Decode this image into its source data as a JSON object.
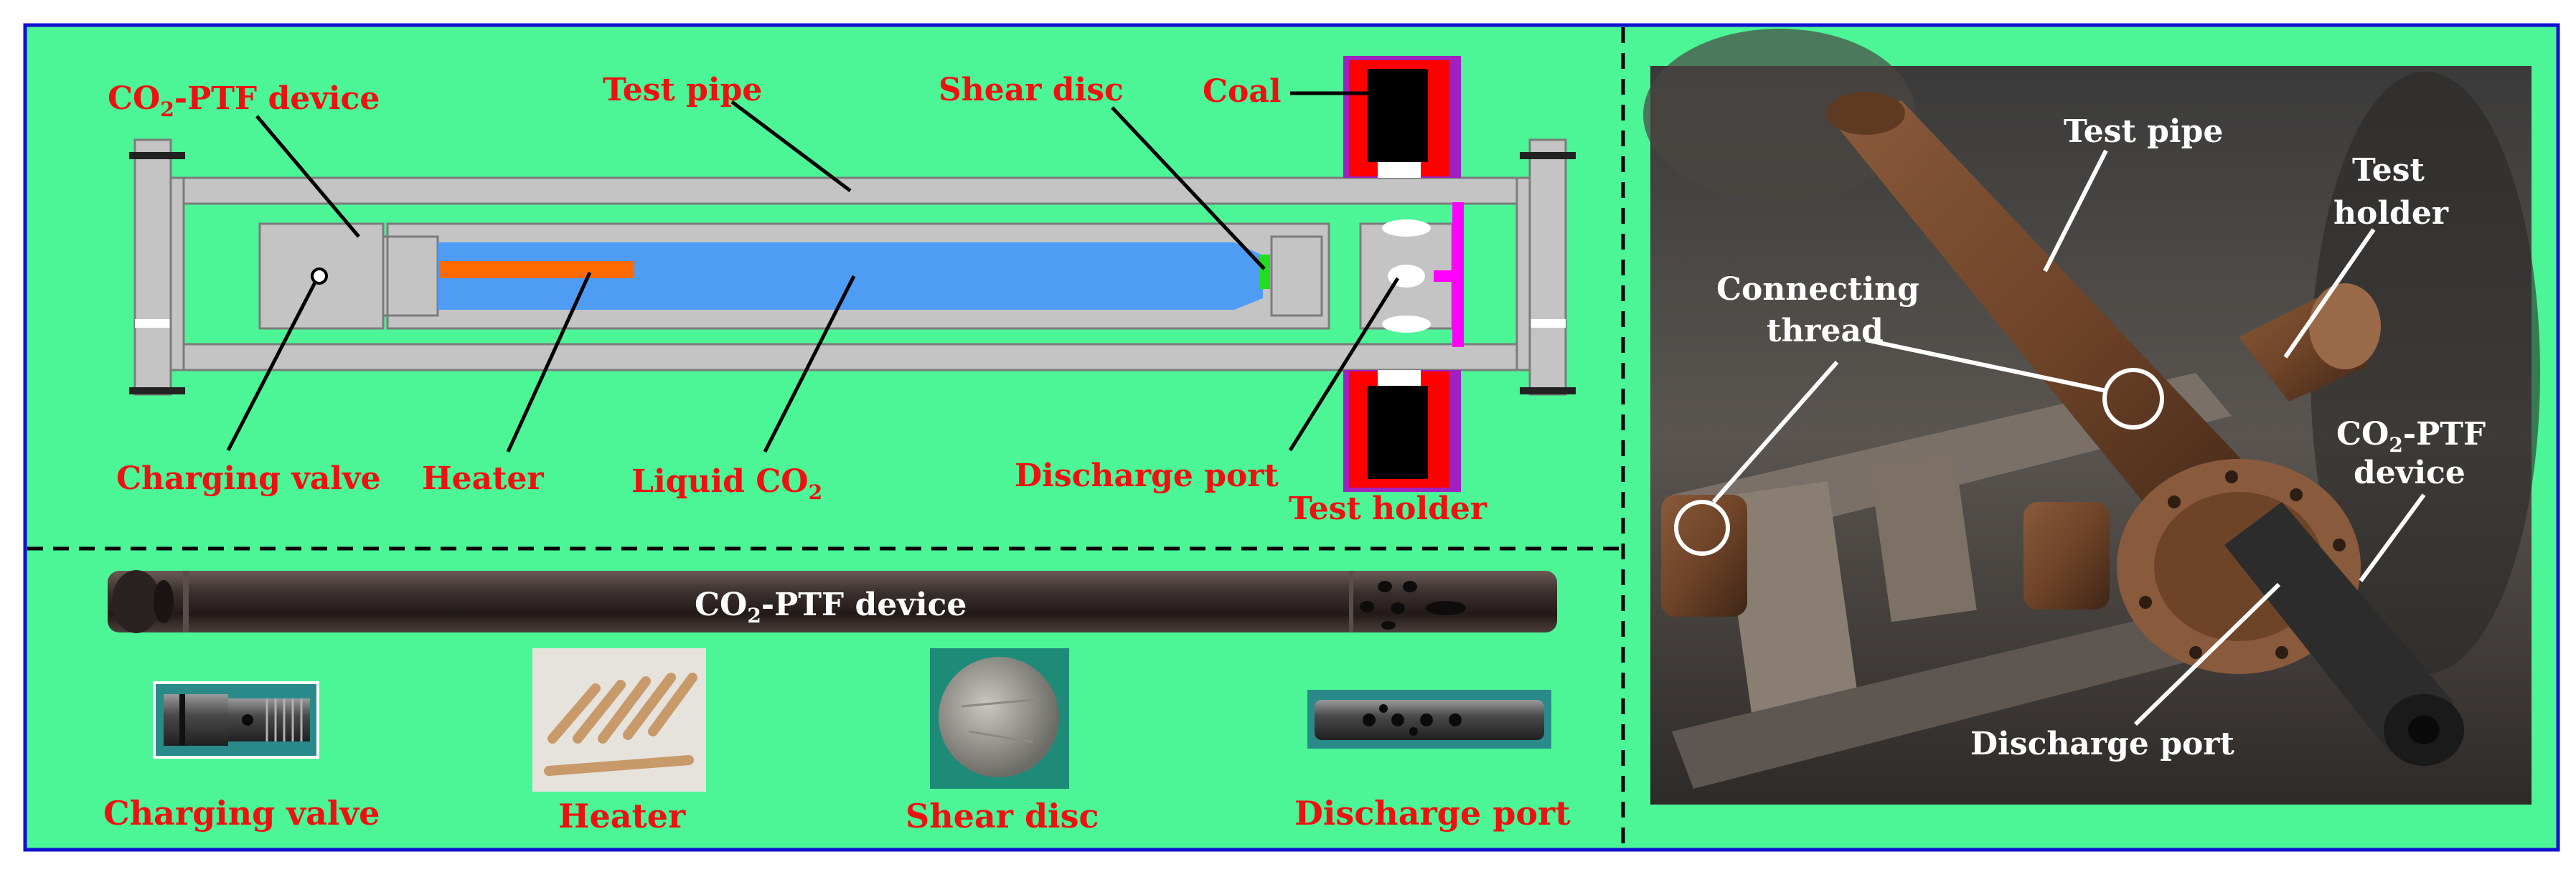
{
  "colors": {
    "background": "#4cf596",
    "border": "#1010d0",
    "label_red": "#ee1111",
    "liquid_co2": "#4f9cf5",
    "heater": "#ff6a00",
    "shear_disc": "#22dd22",
    "test_holder_outer": "#a020c0",
    "test_holder_inner": "#ff0000",
    "coal": "#000000",
    "discharge_plate": "#ff00ff"
  },
  "schematic": {
    "co2_ptf_device": "CO",
    "co2_ptf_device_sub": "2",
    "co2_ptf_device_rest": "-PTF device",
    "test_pipe": "Test  pipe",
    "shear_disc": "Shear  disc",
    "coal": "Coal",
    "charging_valve": "Charging valve",
    "heater": "Heater",
    "liquid_co2": "Liquid  CO",
    "liquid_co2_sub": "2",
    "discharge_port": "Discharge  port",
    "test_holder": "Test holder"
  },
  "components": {
    "device_label": "CO",
    "device_label_sub": "2",
    "device_label_rest": "-PTF device",
    "charging_valve": "Charging valve",
    "heater": "Heater",
    "shear_disc": "Shear  disc",
    "discharge_port": "Discharge  port"
  },
  "photo": {
    "test_pipe": "Test  pipe",
    "test_holder_line1": "Test",
    "test_holder_line2": "holder",
    "connecting_thread_line1": "Connecting",
    "connecting_thread_line2": "thread",
    "device_line1": "CO",
    "device_line1_sub": "2",
    "device_line1_rest": "-PTF",
    "device_line2": "device",
    "discharge_port": "Discharge  port"
  }
}
